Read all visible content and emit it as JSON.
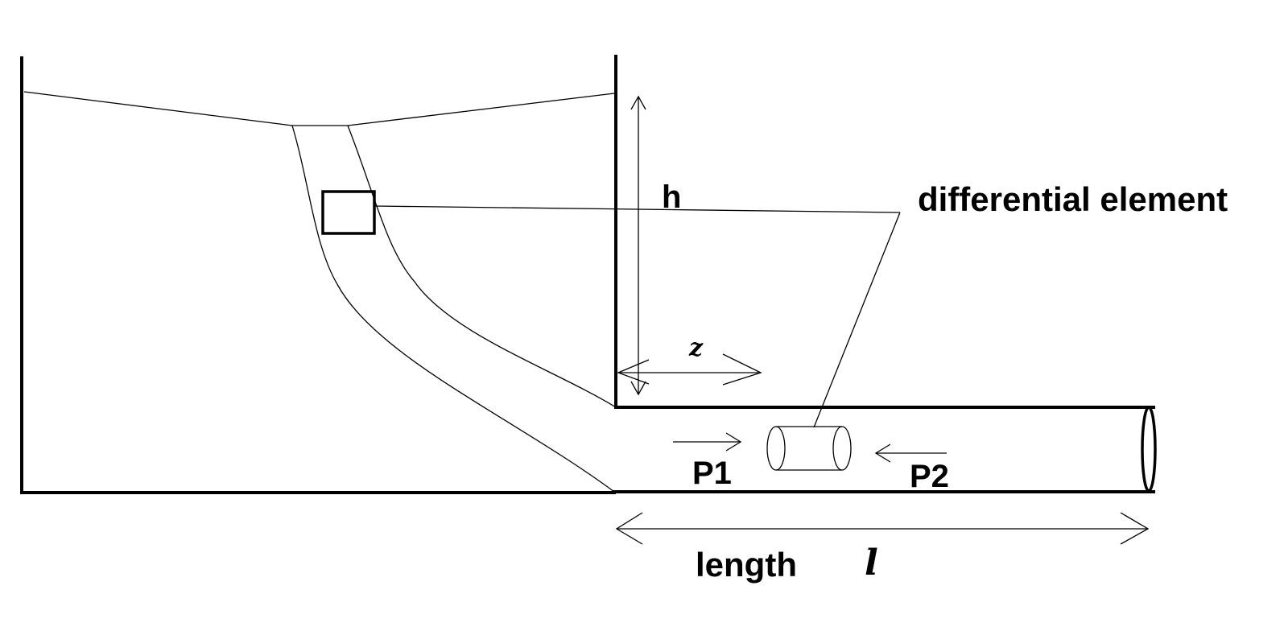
{
  "labels": {
    "h": "h",
    "z": "z",
    "differential_element": "differential element",
    "p1": "P1",
    "p2": "P2",
    "length": "length",
    "l": "l"
  },
  "colors": {
    "stroke": "#000000",
    "background": "#ffffff"
  }
}
